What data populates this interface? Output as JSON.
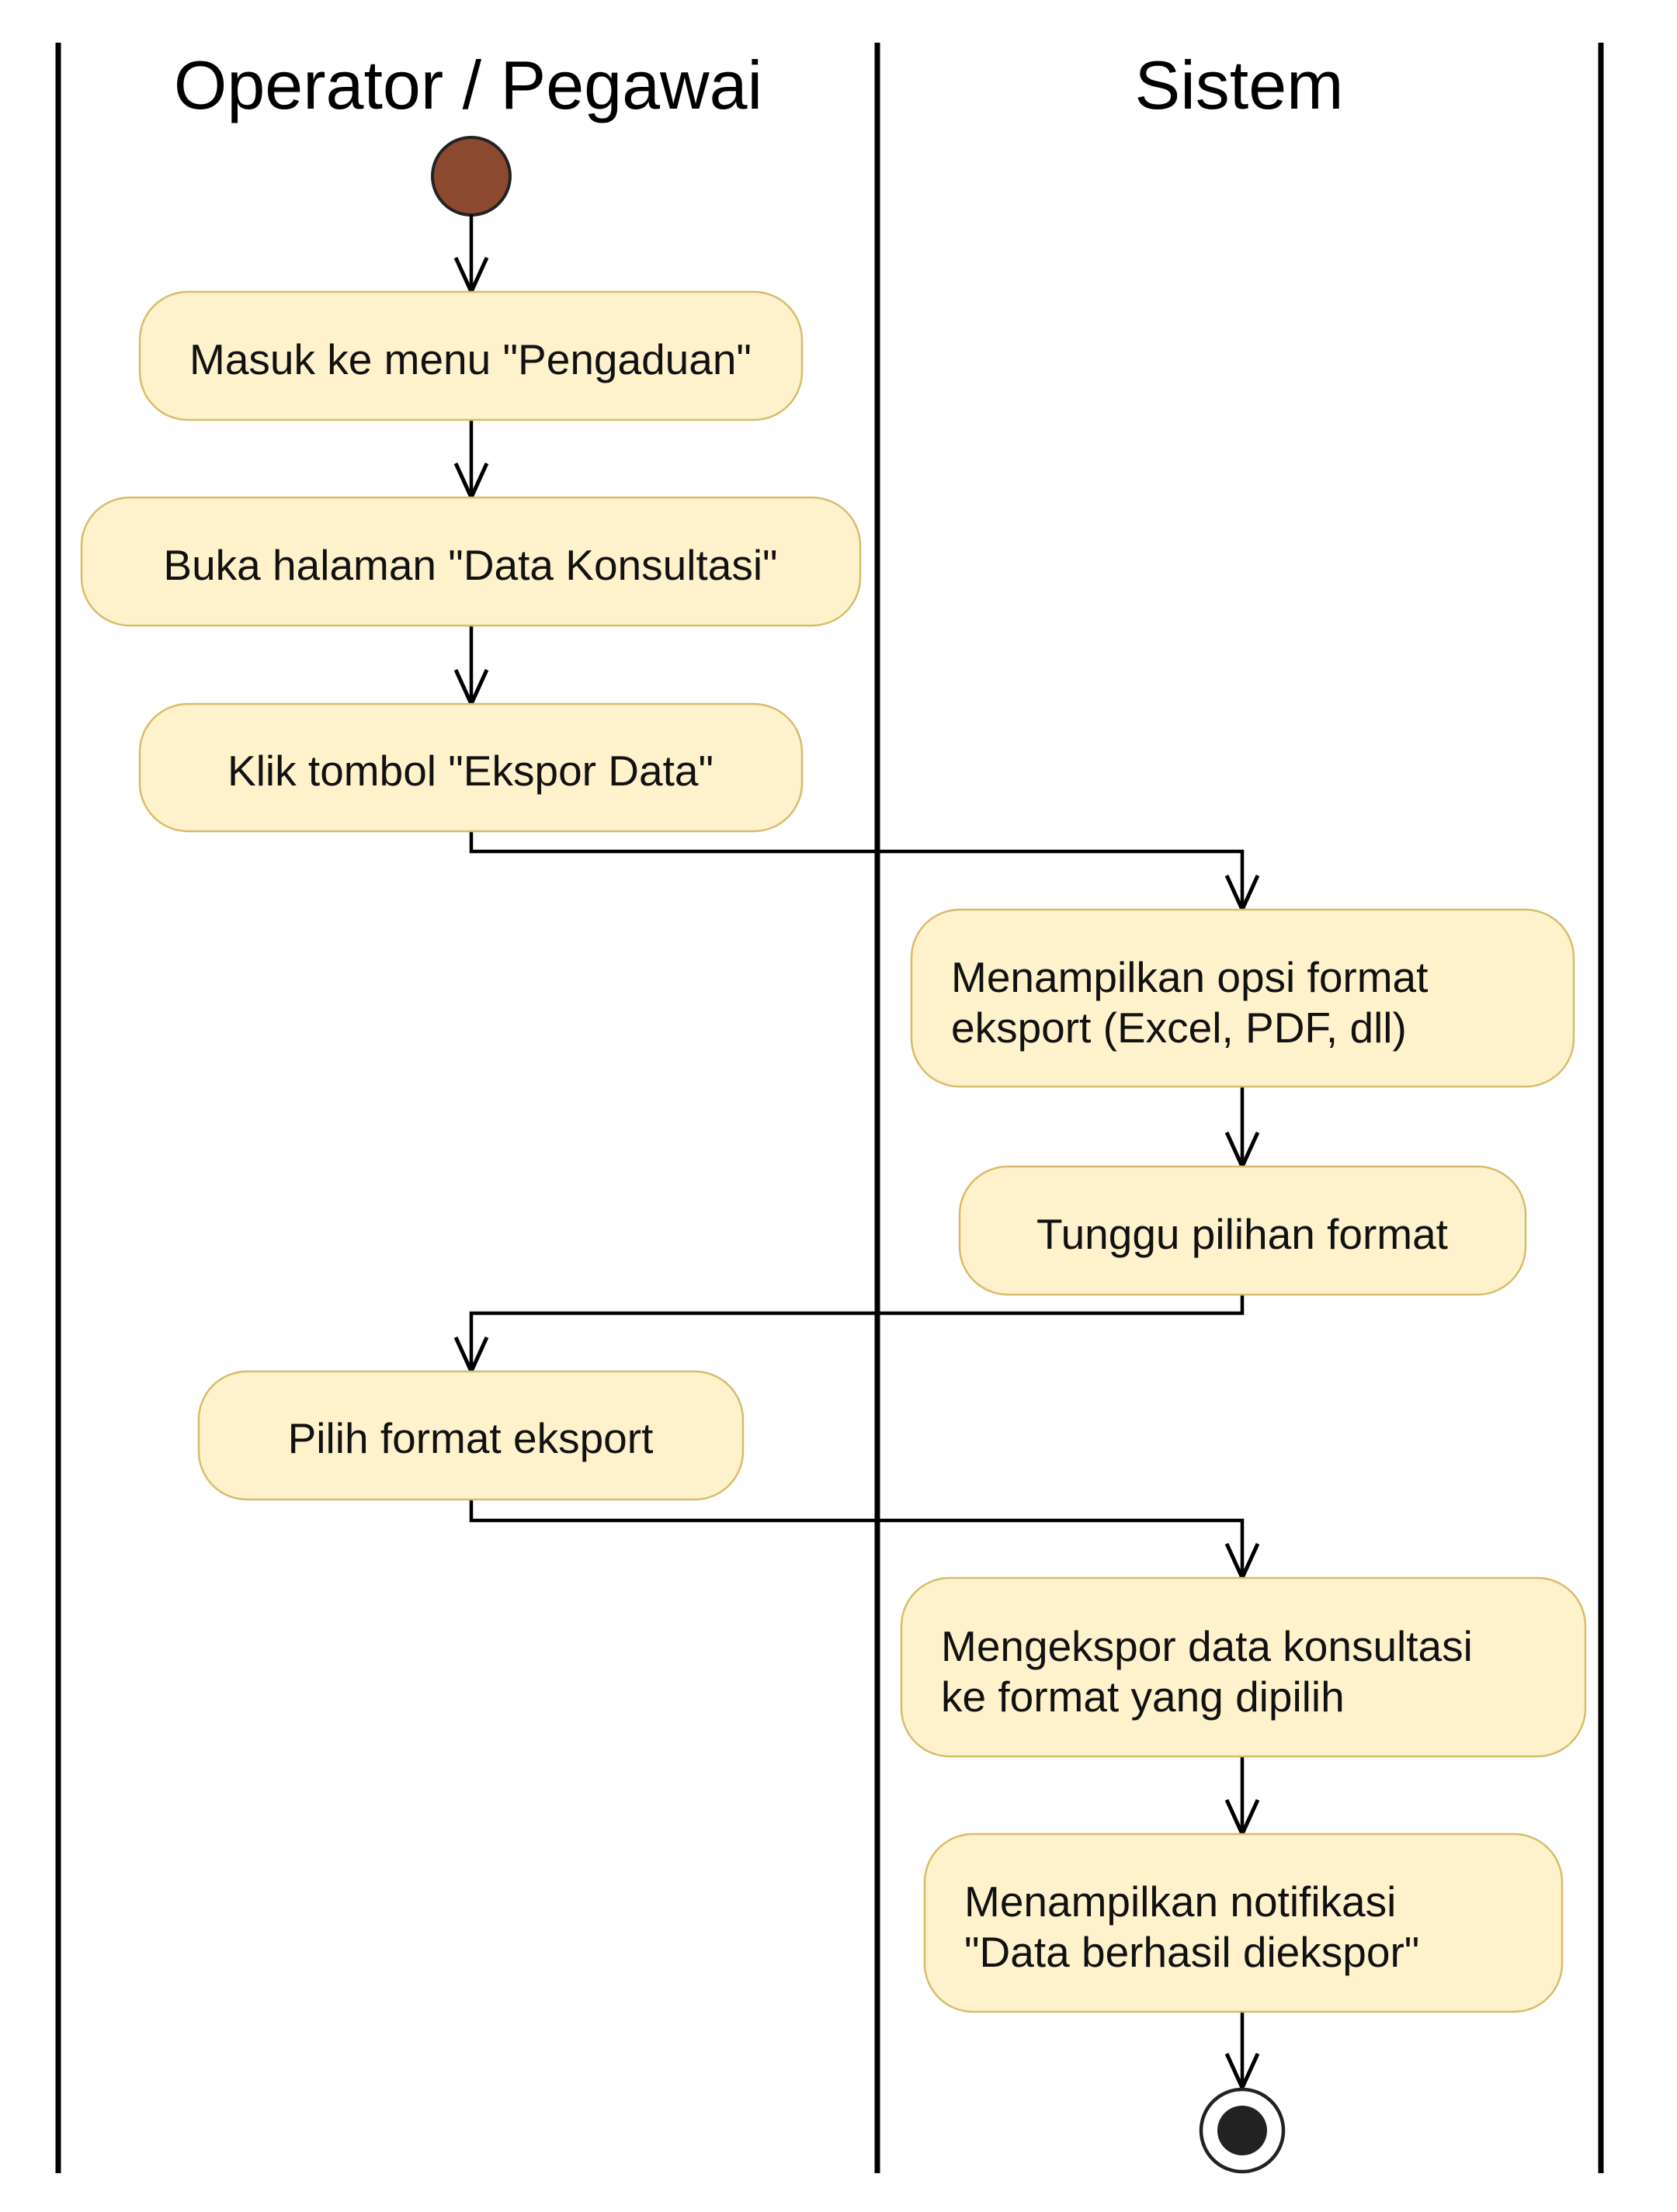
{
  "lanes": {
    "operator_title": "Operator / Pegawai",
    "system_title": "Sistem"
  },
  "activities": {
    "a1": "Masuk ke menu \"Pengaduan\"",
    "a2": "Buka halaman \"Data Konsultasi\"",
    "a3": "Klik tombol \"Ekspor Data\"",
    "a4_line1": "Menampilkan opsi format",
    "a4_line2": "eksport (Excel, PDF, dll)",
    "a5": "Tunggu pilihan format",
    "a6": "Pilih format eksport",
    "a7_line1": "Mengekspor data konsultasi",
    "a7_line2": "ke format yang dipilih",
    "a8_line1": "Menampilkan notifikasi",
    "a8_line2": "\"Data berhasil diekspor\""
  },
  "colors": {
    "start_node": "#8B4A2F",
    "activity_fill": "#FEF2CD",
    "activity_border": "#D8BC6A",
    "end_node": "#222222"
  }
}
